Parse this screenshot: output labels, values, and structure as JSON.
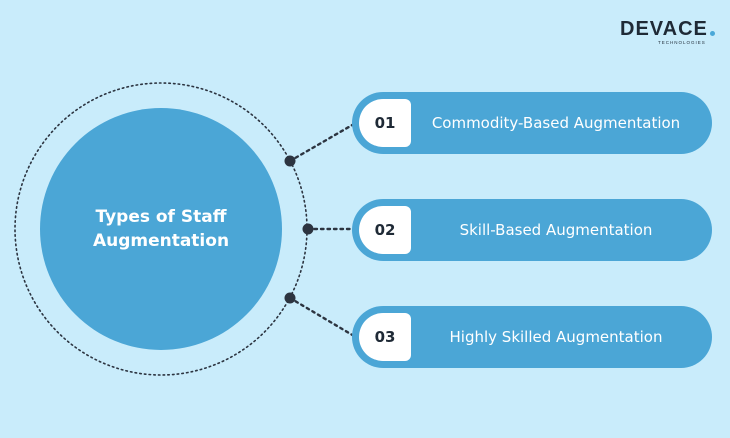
{
  "logo": {
    "name": "DEVACE",
    "tagline": "TECHNOLOGIES"
  },
  "center": {
    "title": "Types of Staff Augmentation"
  },
  "items": [
    {
      "number": "01",
      "label": "Commodity-Based Augmentation"
    },
    {
      "number": "02",
      "label": "Skill-Based Augmentation"
    },
    {
      "number": "03",
      "label": "Highly Skilled Augmentation"
    }
  ],
  "colors": {
    "background": "#c9ecfb",
    "accent": "#4ba6d6",
    "dark": "#1f2a36",
    "white": "#ffffff"
  }
}
